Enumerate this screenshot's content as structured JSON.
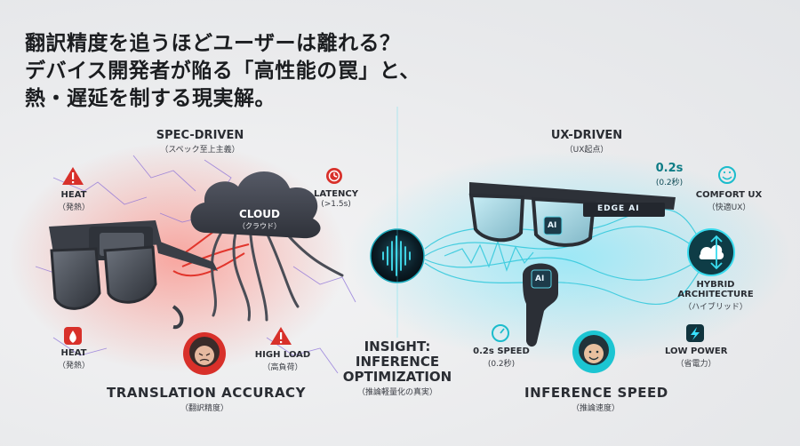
{
  "headline": {
    "line1": "翻訳精度を追うほどユーザーは離れる？",
    "line2": "デバイス開発者が陥る「高性能の罠」と、",
    "line3": "熱・遅延を制する現実解。"
  },
  "left": {
    "heading": "SPEC-DRIVEN",
    "heading_jp": "（スペック至上主義）",
    "cloud": "CLOUD",
    "cloud_jp": "（クラウド）",
    "heat_top": "HEAT",
    "heat_top_jp": "（発熱）",
    "heat_bottom": "HEAT",
    "heat_bottom_jp": "（発熱）",
    "latency": "LATENCY",
    "latency_jp": "(>1.5s)",
    "high_load": "HIGH LOAD",
    "high_load_jp": "（高負荷）",
    "accuracy": "TRANSLATION ACCURACY",
    "accuracy_jp": "（翻訳精度）"
  },
  "center": {
    "insight_1": "INSIGHT:",
    "insight_2": "INFERENCE",
    "insight_3": "OPTIMIZATION",
    "insight_jp": "（推論軽量化の真実）"
  },
  "right": {
    "heading": "UX-DRIVEN",
    "heading_jp": "（UX起点）",
    "edge_tag": "EDGE AI",
    "ai_glasses": "AI",
    "ai_earbud": "AI",
    "speed_top": "0.2s",
    "speed_top_jp": "(0.2秒)",
    "comfort": "COMFORT UX",
    "comfort_jp": "（快適UX）",
    "hybrid_1": "HYBRID",
    "hybrid_2": "ARCHITECTURE",
    "hybrid_jp": "（ハイブリッド）",
    "speed_mid": "0.2s SPEED",
    "speed_mid_jp": "(0.2秒)",
    "low_power": "LOW POWER",
    "low_power_jp": "（省電力）",
    "inference_speed": "INFERENCE SPEED",
    "inference_speed_jp": "（推論速度）"
  },
  "colors": {
    "warning_red": "#d8302a",
    "cyan": "#15b8c8",
    "cloud": "#3e414b",
    "dark_teal": "#0e3c46"
  }
}
